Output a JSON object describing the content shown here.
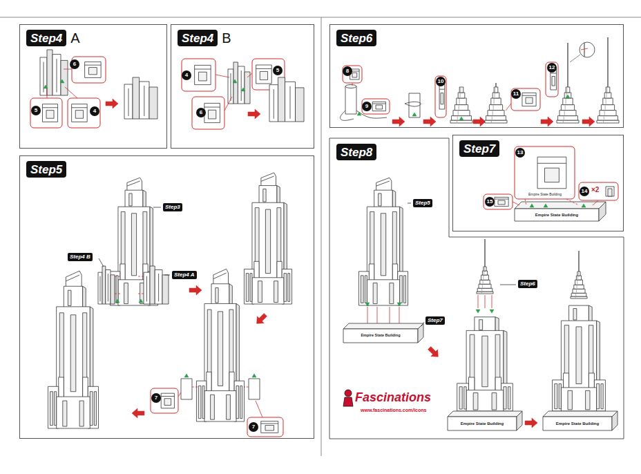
{
  "diagram": {
    "nodes": [
      {
        "text": [
          "Step4",
          "A"
        ]
      },
      {
        "text": [
          "6"
        ],
        "in": 0
      },
      {
        "text": [
          "5"
        ],
        "in": 0
      },
      {
        "text": [
          "4"
        ],
        "in": 0
      },
      {
        "text": [
          "Step4",
          "B"
        ]
      },
      {
        "text": [
          "4"
        ],
        "in": 4
      },
      {
        "text": [
          "5"
        ],
        "in": 4
      },
      {
        "text": [
          "6"
        ],
        "in": 4
      },
      {
        "text": [
          "Step5"
        ]
      },
      {
        "text": [
          "Step3"
        ],
        "in": 8
      },
      {
        "text": [
          "Step4 B"
        ],
        "in": 8
      },
      {
        "text": [
          "Step4 A"
        ],
        "in": 8
      },
      {
        "text": [
          "7"
        ],
        "in": 8
      },
      {
        "text": [
          "7"
        ],
        "in": 8
      },
      {
        "text": [
          "Step6"
        ]
      },
      {
        "text": [
          "8"
        ],
        "in": 14
      },
      {
        "text": [
          "9"
        ],
        "in": 14
      },
      {
        "text": [
          "10"
        ],
        "in": 14
      },
      {
        "text": [
          "11"
        ],
        "in": 14
      },
      {
        "text": [
          "12"
        ],
        "in": 14
      },
      {
        "text": [
          "Step7"
        ]
      },
      {
        "text": [
          "13"
        ],
        "in": 20
      },
      {
        "text": [
          "14"
        ],
        "in": 20
      },
      {
        "text": [
          "15"
        ],
        "in": 20
      },
      {
        "text": [
          "Step8"
        ]
      },
      {
        "text": [
          "Step5"
        ],
        "in": 24
      },
      {
        "text": [
          "Step7"
        ],
        "in": 24
      },
      {
        "text": [
          "Step6"
        ],
        "in": 24
      }
    ],
    "labels": [
      "×2",
      "Empire State Building",
      "Empire State Building",
      "Empire State Building",
      "Empire State Building",
      "Empire State Building",
      "Fascinations",
      "www.fascinations.com/icons"
    ]
  }
}
